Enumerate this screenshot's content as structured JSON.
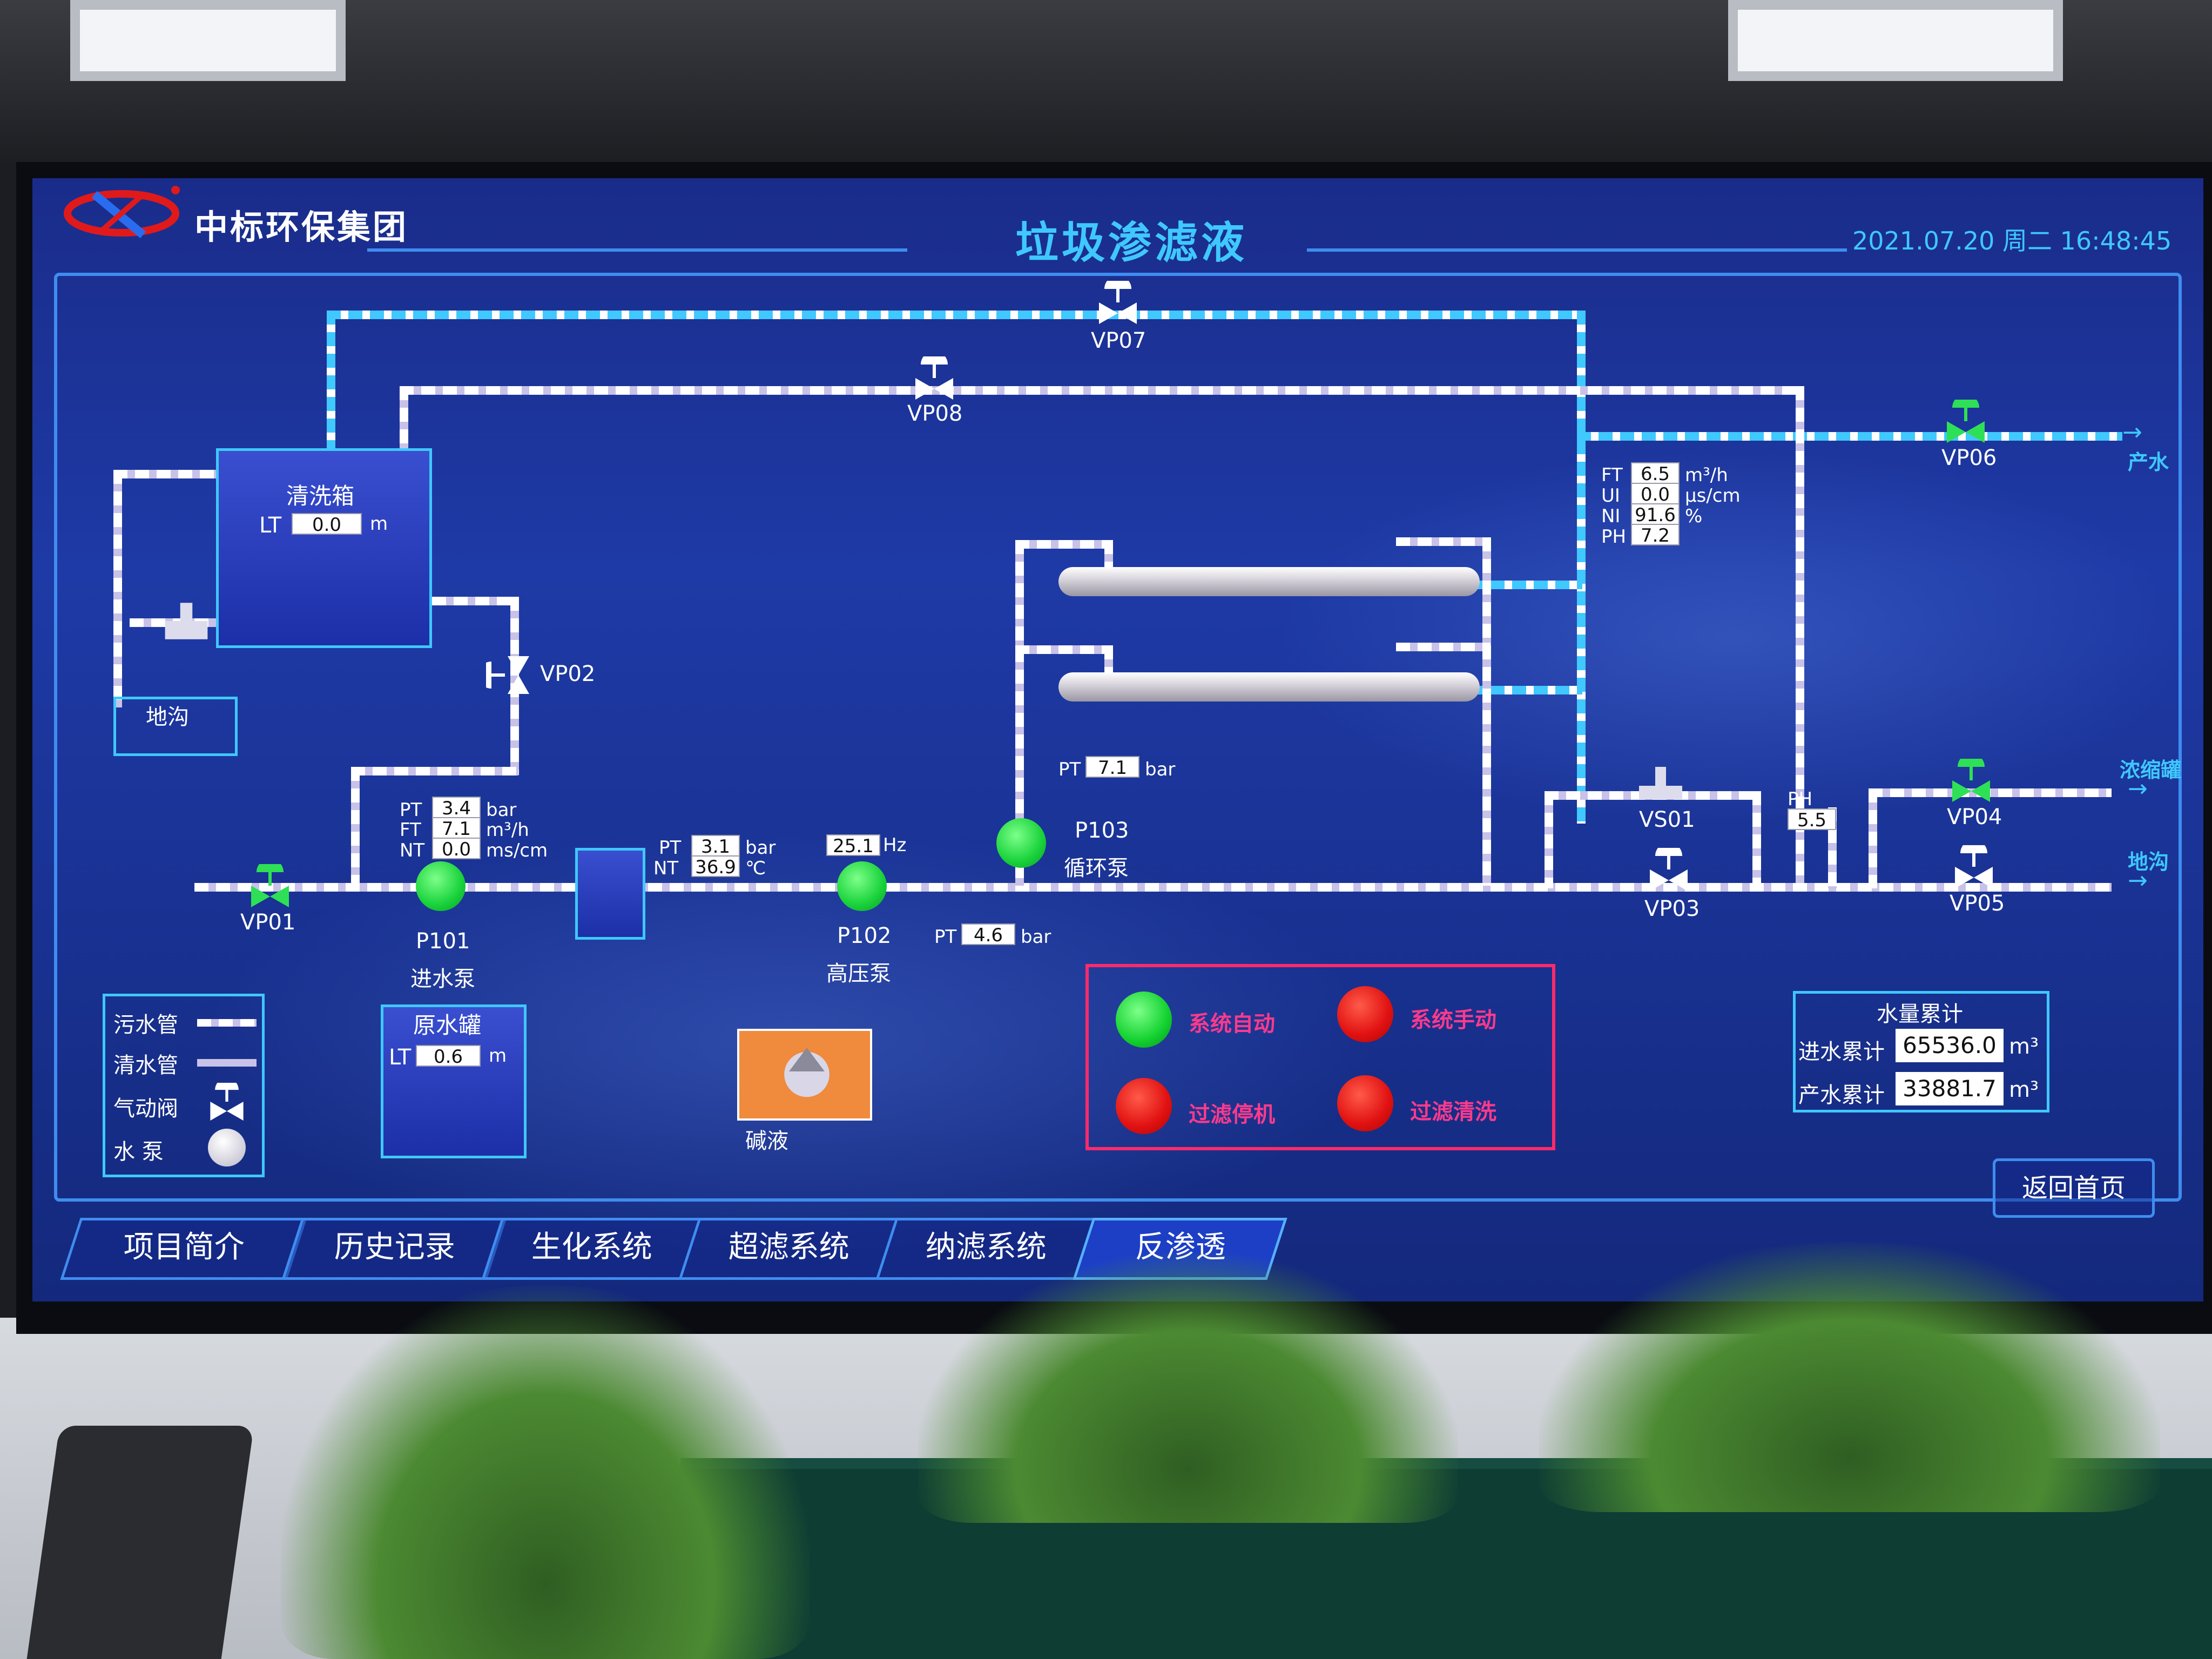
{
  "header": {
    "brand": "中标环保集团",
    "title": "垃圾渗滤液",
    "datetime": "2021.07.20 周二 16:48:45"
  },
  "valves": {
    "vp01": "VP01",
    "vp02": "VP02",
    "vp03": "VP03",
    "vp04": "VP04",
    "vp05": "VP05",
    "vp06": "VP06",
    "vp07": "VP07",
    "vp08": "VP08",
    "vs01": "VS01"
  },
  "wash_tank": {
    "title": "清洗箱",
    "lt_label": "LT",
    "lt_value": "0.0",
    "unit": "m"
  },
  "raw_tank": {
    "title": "原水罐",
    "lt_label": "LT",
    "lt_value": "0.6",
    "unit": "m"
  },
  "ditch": {
    "label": "地沟"
  },
  "alkali": {
    "label": "碱液"
  },
  "pumps": {
    "p101": {
      "id": "P101",
      "name": "进水泵"
    },
    "p102": {
      "id": "P102",
      "name": "高压泵",
      "freq": "25.1",
      "freq_unit": "Hz"
    },
    "p103": {
      "id": "P103",
      "name": "循环泵"
    }
  },
  "inlet_readings": {
    "pt_label": "PT",
    "pt": "3.4",
    "pt_unit": "bar",
    "ft_label": "FT",
    "ft": "7.1",
    "ft_unit": "m³/h",
    "nt_label": "NT",
    "nt": "0.0",
    "nt_unit": "ms/cm"
  },
  "hp_readings": {
    "pt_label": "PT",
    "pt": "3.1",
    "pt_unit": "bar",
    "nt_label": "NT",
    "nt": "36.9",
    "nt_unit": "℃"
  },
  "pt_after_p102": {
    "label": "PT",
    "value": "4.6",
    "unit": "bar"
  },
  "pt_membrane": {
    "label": "PT",
    "value": "7.1",
    "unit": "bar"
  },
  "product_readings": {
    "ft_label": "FT",
    "ft": "6.5",
    "ft_unit": "m³/h",
    "ui_label": "UI",
    "ui": "0.0",
    "ui_unit": "μs/cm",
    "ni_label": "NI",
    "ni": "91.6",
    "ni_unit": "%",
    "ph_label": "PH",
    "ph": "7.2"
  },
  "ph_concentrate": {
    "label": "PH",
    "value": "5.5"
  },
  "outlets": {
    "product": "产水",
    "concentrate": "浓缩罐",
    "drain": "地沟"
  },
  "status": {
    "auto": "系统自动",
    "manual": "系统手动",
    "filter_stop": "过滤停机",
    "filter_wash": "过滤清洗",
    "colors": {
      "on": "#12d12f",
      "off": "#e01010"
    }
  },
  "legend": {
    "sewage_pipe": "污水管",
    "clean_pipe": "清水管",
    "pneumatic_valve": "气动阀",
    "pump": "水 泵"
  },
  "totals": {
    "title": "水量累计",
    "inflow_label": "进水累计",
    "inflow_value": "65536.0",
    "product_label": "产水累计",
    "product_value": "33881.7",
    "unit": "m³"
  },
  "tabs": [
    "项目简介",
    "历史记录",
    "生化系统",
    "超滤系统",
    "纳滤系统",
    "反渗透"
  ],
  "active_tab": "反渗透",
  "home_button": "返回首页",
  "colors": {
    "accent": "#3fc8ff",
    "frame": "#3f8df0",
    "screen": "#1e3aa6"
  }
}
